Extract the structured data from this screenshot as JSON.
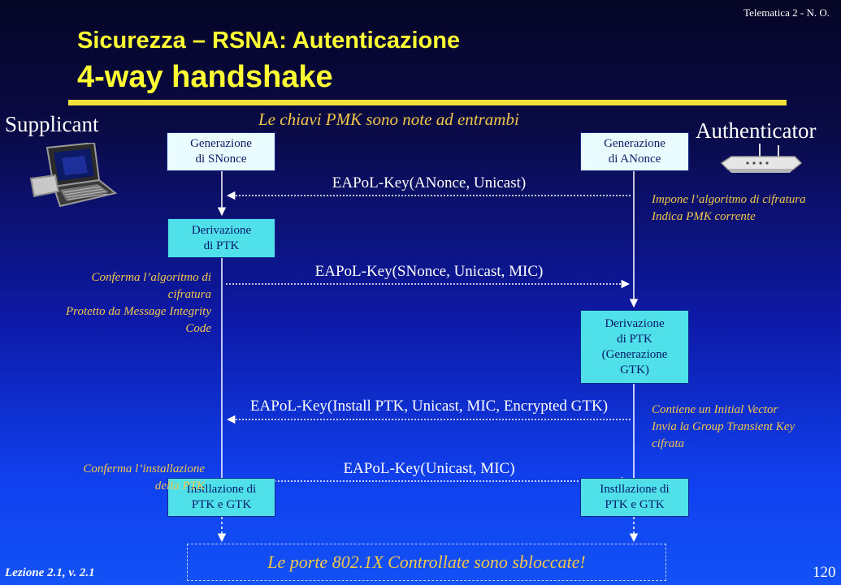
{
  "header": {
    "tag": "Telematica 2 - N. O.",
    "title_line1": "Sicurezza – RSNA: Autenticazione",
    "title_line2": "4-way handshake"
  },
  "parties": {
    "supplicant": "Supplicant",
    "authenticator": "Authenticator"
  },
  "center_note": "Le chiavi PMK sono note ad entrambi",
  "boxes": {
    "supplicant_generation": [
      "Generazione",
      "di SNonce"
    ],
    "authenticator_generation": [
      "Generazione",
      "di ANonce"
    ],
    "supplicant_derivation": [
      "Derivazione",
      "di PTK"
    ],
    "authenticator_derivation": [
      "Derivazione",
      "di PTK",
      "(Generazione",
      "GTK)"
    ],
    "supplicant_install": [
      "Instllazione di",
      "PTK e GTK"
    ],
    "authenticator_install": [
      "Instllazione di",
      "PTK e GTK"
    ]
  },
  "messages": [
    "EAPoL-Key(ANonce, Unicast)",
    "EAPoL-Key(SNonce, Unicast, MIC)",
    "EAPoL-Key(Install PTK, Unicast, MIC, Encrypted GTK)",
    "EAPoL-Key(Unicast, MIC)"
  ],
  "notes": {
    "right_1": [
      "Impone l’algoritmo di cifratura",
      "Indica PMK corrente"
    ],
    "left_2": [
      "Conferma l’algoritmo di",
      "cifratura",
      "Protetto da Message Integrity",
      "Code"
    ],
    "right_3": [
      "Contiene un Initial Vector",
      "Invia la Group Transient Key",
      "cifrata"
    ],
    "left_4": [
      "Conferma l’installazione",
      "della PTK"
    ]
  },
  "bottom_banner": "Le porte 802.1X Controllate sono sbloccate!",
  "footer": {
    "lesson": "Lezione 2.1, v. 2.1",
    "page": "120"
  },
  "colors": {
    "title": "#ffff33",
    "note": "#f2c64a",
    "box": "#4fe0ea",
    "box_light": "#eafcff",
    "rule": "#f2e33a"
  }
}
